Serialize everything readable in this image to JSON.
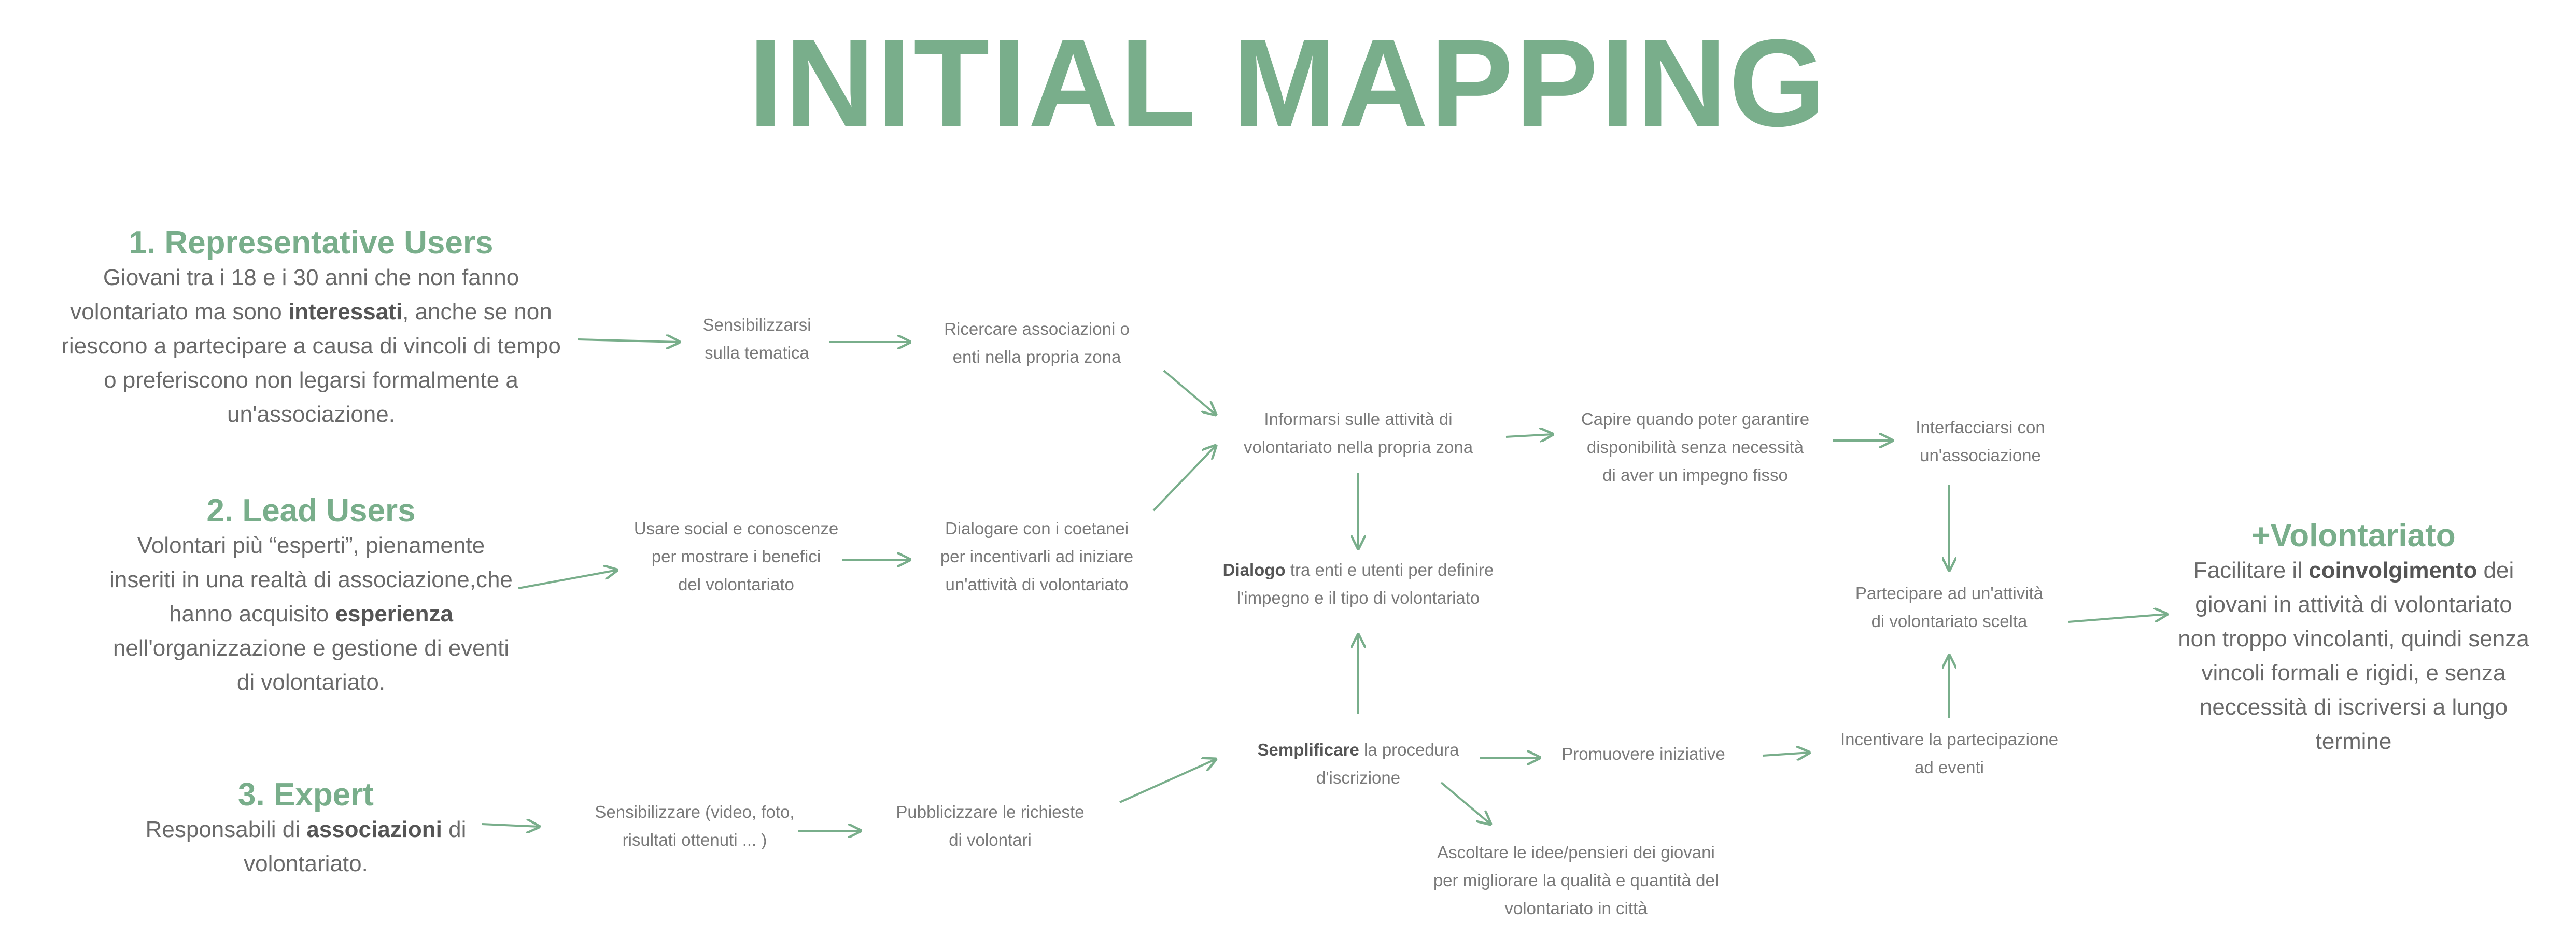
{
  "title": "INITIAL MAPPING",
  "users": {
    "representative": {
      "heading": "1. Representative Users",
      "line1": "Giovani tra i 18 e i 30 anni che non fanno",
      "line2_pre": "volontariato ma sono ",
      "line2_bold": "interessati",
      "line2_post": ", anche se non",
      "line3": "riescono a partecipare a causa di vincoli di tempo",
      "line4": "o preferiscono non legarsi formalmente a",
      "line5": "un'associazione."
    },
    "lead": {
      "heading": "2. Lead Users",
      "line1": "Volontari più “esperti”, pienamente",
      "line2": "inseriti in una realtà di associazione,che",
      "line3_pre": "hanno acquisito ",
      "line3_bold": "esperienza",
      "line4": "nell'organizzazione e gestione di eventi",
      "line5": "di volontariato."
    },
    "expert": {
      "heading": "3. Expert",
      "line1_pre": "Responsabili di ",
      "line1_bold": "associazioni",
      "line1_post": " di",
      "line2": "volontariato."
    }
  },
  "nodes": {
    "sensibilizzarsi": [
      "Sensibilizzarsi",
      "sulla tematica"
    ],
    "ricercare": [
      "Ricercare associazioni o",
      "enti nella propria zona"
    ],
    "usare_social": [
      "Usare social e conoscenze",
      "per mostrare i benefici",
      "del volontariato"
    ],
    "dialogare": [
      "Dialogare con i coetanei",
      "per incentivarli ad iniziare",
      "un'attività di volontariato"
    ],
    "sensibilizzare": [
      "Sensibilizzare (video, foto,",
      "risultati ottenuti ... )"
    ],
    "pubblicizzare": [
      "Pubblicizzare le richieste",
      "di volontari"
    ],
    "informarsi": [
      "Informarsi sulle attività di",
      "volontariato nella propria zona"
    ],
    "dialogo": {
      "bold": "Dialogo",
      "rest1": " tra enti e utenti per definire",
      "line2": "l'impegno e il tipo di volontariato"
    },
    "semplificare": {
      "bold": "Semplificare",
      "rest1": " la procedura",
      "line2": "d'iscrizione"
    },
    "capire": [
      "Capire quando poter garantire",
      "disponibilità senza necessità",
      "di aver un impegno fisso"
    ],
    "promuovere": [
      "Promuovere iniziative"
    ],
    "ascoltare": [
      "Ascoltare le idee/pensieri dei giovani",
      "per migliorare la qualità e quantità del",
      "volontariato in città"
    ],
    "interfacciarsi": [
      "Interfacciarsi con",
      "un'associazione"
    ],
    "partecipare": [
      "Partecipare ad un'attività",
      "di volontariato scelta"
    ],
    "incentivare": [
      "Incentivare la partecipazione",
      "ad eventi"
    ]
  },
  "goal": {
    "heading": "+Volontariato",
    "line1_pre": "Facilitare il ",
    "line1_bold": "coinvolgimento",
    "line1_post": " dei",
    "line2": "giovani in attività di volontariato",
    "line3": "non troppo vincolanti, quindi senza",
    "line4": "vincoli formali e rigidi, e senza",
    "line5": "neccessità di iscriversi a lungo",
    "line6": "termine"
  },
  "colors": {
    "accent": "#79ae8b",
    "text": "#6f6f6f"
  }
}
